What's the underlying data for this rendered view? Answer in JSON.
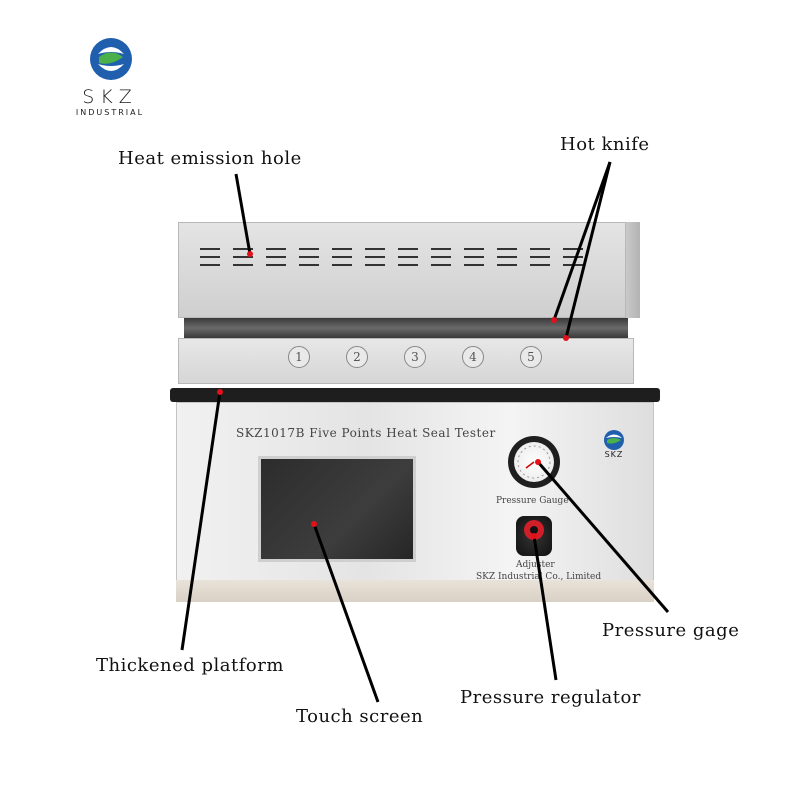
{
  "brand": {
    "name": "SKZ",
    "tagline": "INDUSTRIAL",
    "colors": {
      "blue": "#1f5fae",
      "green": "#4bb04a",
      "red": "#e3101a"
    }
  },
  "machine": {
    "model_label": "SKZ1017B Five Points Heat Seal Tester",
    "positions": [
      "1",
      "2",
      "3",
      "4",
      "5"
    ],
    "gauge_label": "Pressure Gauge",
    "adjuster_label": "Adjuster",
    "maker_label": "SKZ Industrial Co., Limited",
    "logo_text": "SKZ"
  },
  "callouts": {
    "heat_emission_hole": "Heat emission hole",
    "hot_knife": "Hot knife",
    "thickened_platform": "Thickened platform",
    "touch_screen": "Touch screen",
    "pressure_gage": "Pressure gage",
    "pressure_regulator": "Pressure regulator"
  }
}
